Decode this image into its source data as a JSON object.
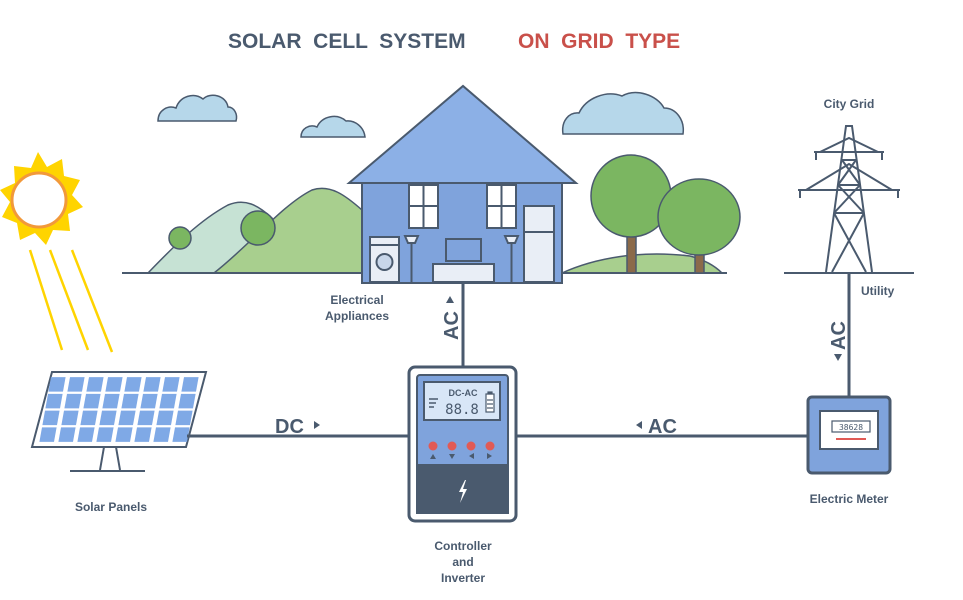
{
  "title": {
    "part1": "SOLAR  CELL  SYSTEM",
    "part2": "ON  GRID  TYPE",
    "color_part1": "#4a5a6e",
    "color_part2": "#c9504a"
  },
  "labels": {
    "solar_panels": "Solar Panels",
    "electrical_appliances_1": "Electrical",
    "electrical_appliances_2": "Appliances",
    "controller_1": "Controller",
    "controller_2": "and",
    "controller_3": "Inverter",
    "city_grid": "City Grid",
    "utility": "Utility",
    "electric_meter": "Electric Meter"
  },
  "flows": {
    "dc": "DC",
    "ac_inverter_meter": "AC",
    "ac_house": "AC",
    "ac_grid": "AC"
  },
  "inverter_display": {
    "mode": "DC-AC",
    "reading": "88.8"
  },
  "meter_display": {
    "reading": "38628"
  },
  "colors": {
    "line": "#4a5a6e",
    "house_blue": "#7fa3dc",
    "panel_blue": "#7fa9e6",
    "sun_yellow": "#ffd400",
    "tree_green": "#7bb661",
    "hill_green": "#a8cf8e",
    "cloud_blue": "#b6d7ea"
  }
}
